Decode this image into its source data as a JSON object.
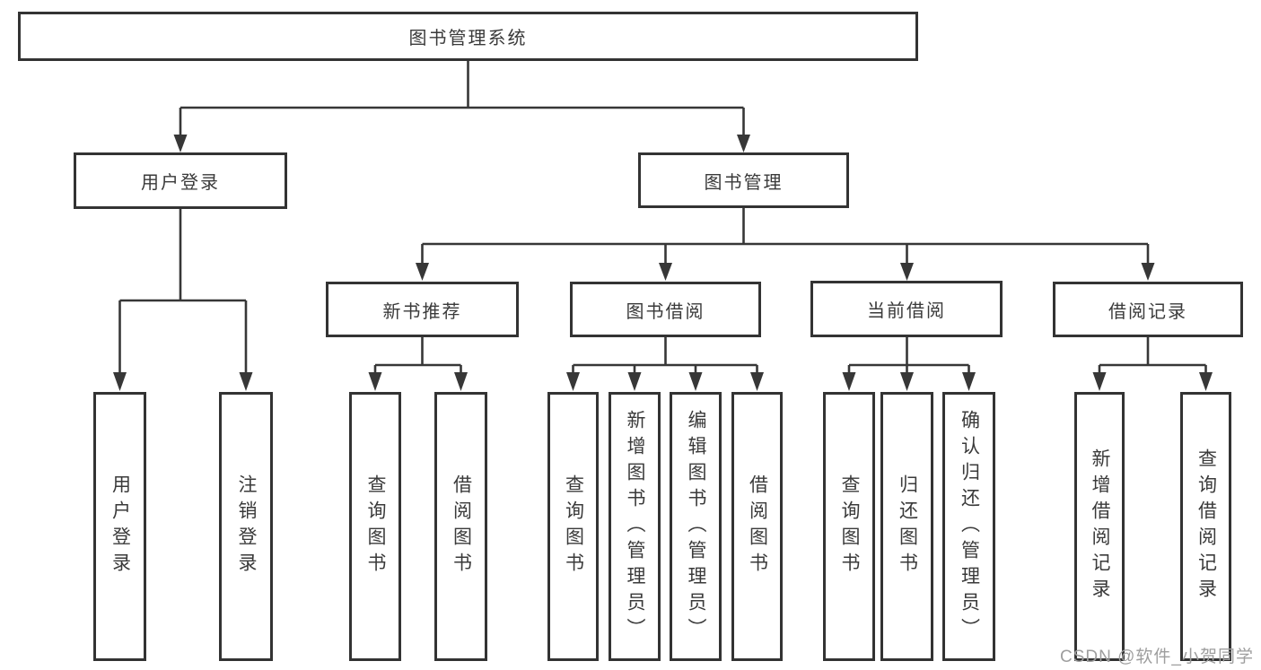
{
  "colors": {
    "line": "#373737",
    "box_border": "#333333",
    "text": "#3a3a3a",
    "background": "#ffffff",
    "watermark": "#9e9e9e"
  },
  "watermark": {
    "text": "CSDN @软件_小贺同学"
  },
  "diagram": {
    "root": {
      "label": "图书管理系统"
    },
    "login": {
      "label": "用户登录",
      "children": [
        {
          "label": "用户登录"
        },
        {
          "label": "注销登录"
        }
      ]
    },
    "management": {
      "label": "图书管理",
      "sections": [
        {
          "label": "新书推荐",
          "children": [
            {
              "label": "查询图书"
            },
            {
              "label": "借阅图书"
            }
          ]
        },
        {
          "label": "图书借阅",
          "children": [
            {
              "label": "查询图书"
            },
            {
              "label": "新增图书（管理员）"
            },
            {
              "label": "编辑图书（管理员）"
            },
            {
              "label": "借阅图书"
            }
          ]
        },
        {
          "label": "当前借阅",
          "children": [
            {
              "label": "查询图书"
            },
            {
              "label": "归还图书"
            },
            {
              "label": "确认归还（管理员）"
            }
          ]
        },
        {
          "label": "借阅记录",
          "children": [
            {
              "label": "新增借阅记录"
            },
            {
              "label": "查询借阅记录"
            }
          ]
        }
      ]
    }
  }
}
